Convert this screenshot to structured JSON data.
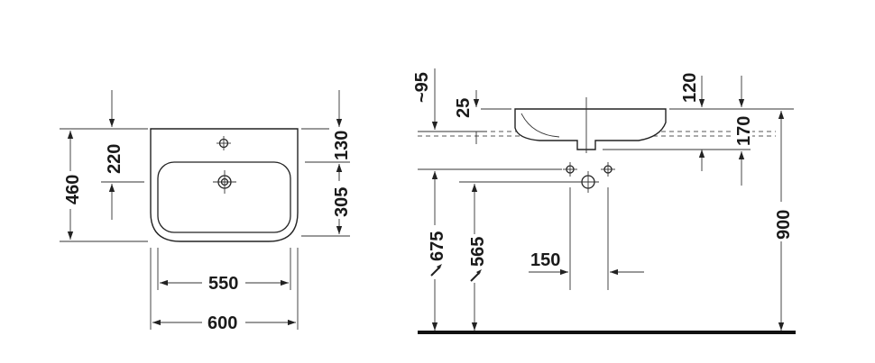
{
  "front_view": {
    "height_460": "460",
    "height_220": "220",
    "depth_130": "130",
    "depth_305": "305",
    "width_550": "550",
    "width_600": "600"
  },
  "side_view": {
    "approx_95": "~95",
    "dim_25": "25",
    "dim_120": "120",
    "dim_170": "170",
    "height_675": "675",
    "height_565": "565",
    "spacing_150": "150",
    "height_900": "900"
  }
}
